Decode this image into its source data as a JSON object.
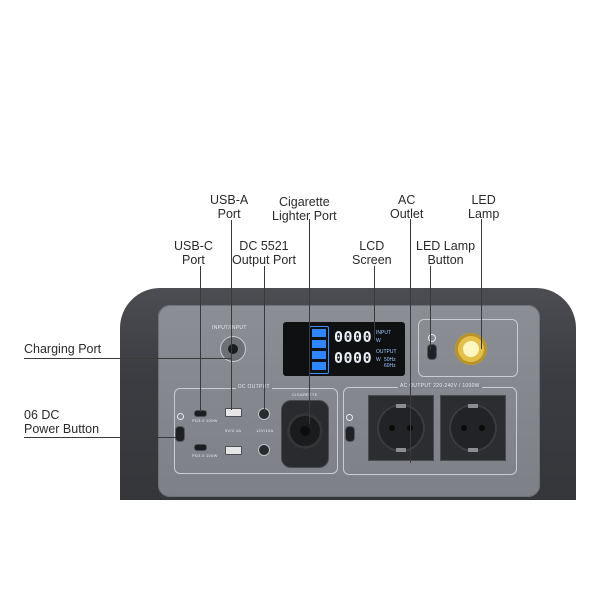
{
  "callouts": {
    "usb_a": {
      "line1": "USB-A",
      "line2": "Port"
    },
    "cigarette": {
      "line1": "Cigarette",
      "line2": "Lighter Port"
    },
    "ac_outlet": {
      "line1": "AC",
      "line2": "Outlet"
    },
    "led_lamp": {
      "line1": "LED",
      "line2": "Lamp"
    },
    "usb_c": {
      "line1": "USB-C",
      "line2": "Port"
    },
    "dc5521": {
      "line1": "DC 5521",
      "line2": "Output Port"
    },
    "lcd_screen": {
      "line1": "LCD",
      "line2": "Screen"
    },
    "led_lamp_button": {
      "line1": "LED Lamp",
      "line2": "Button"
    },
    "charging_port": {
      "line1": "Charging Port"
    },
    "dc_power_button": {
      "line1": "06 DC",
      "line2": "Power Button"
    }
  },
  "device": {
    "input_label": "INPUT/INPUT",
    "dc_output_label": "DC OUTPUT",
    "ac_output_label": "AC OUTPUT 220-240V / 1000W",
    "cigarette_label": "CIGARETTE",
    "lcd": {
      "top_digits": "0000",
      "top_label": "INPUT",
      "top_unit": "W",
      "bottom_digits": "0000",
      "bottom_label": "OUTPUT",
      "bottom_unit": "W",
      "freq_1": "50Hz",
      "freq_2": "60Hz",
      "battery_level": 1.0
    },
    "usbc_1_label": "PD3.0 100W",
    "usbc_2_label": "PD3.0 100W",
    "usba_label": "5V/2.4A",
    "dc_label": "12V/10A"
  },
  "colors": {
    "accent_blue": "#2f86ff",
    "body": "#3b3d42",
    "faceplate": "#82868c"
  }
}
